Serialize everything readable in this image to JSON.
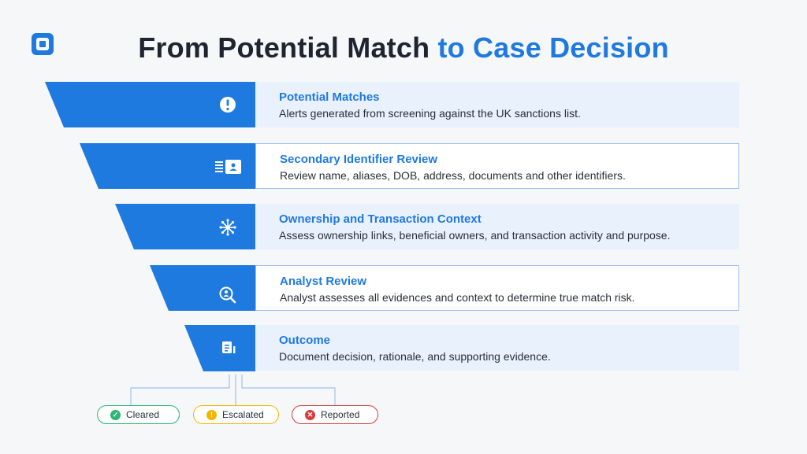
{
  "header": {
    "title_part1": "From Potential Match",
    "title_part2": "to Case Decision"
  },
  "stages": [
    {
      "label": "Potential Matches",
      "description": "Alerts generated from screening against the UK sanctions list.",
      "icon": "alert-icon"
    },
    {
      "label": "Secondary Identifier Review",
      "description": "Review name, aliases, DOB, address, documents and other identifiers.",
      "icon": "id-card-icon"
    },
    {
      "label": "Ownership and Transaction Context",
      "description": "Assess ownership links, beneficial owners, and transaction activity and purpose.",
      "icon": "network-icon"
    },
    {
      "label": "Analyst Review",
      "description": "Analyst assesses all evidences and context to determine true match risk.",
      "icon": "search-person-icon"
    },
    {
      "label": "Outcome",
      "description": "Document decision, rationale, and supporting evidence.",
      "icon": "document-icon"
    }
  ],
  "outcomes": [
    {
      "label": "Cleared",
      "color": "#2bb673",
      "icon": "check-icon"
    },
    {
      "label": "Escalated",
      "color": "#f5b400",
      "icon": "exclamation-icon"
    },
    {
      "label": "Reported",
      "color": "#d93b3b",
      "icon": "x-icon"
    }
  ],
  "colors": {
    "accent": "#1f7ae0",
    "card_fill": "#e9f1fc",
    "card_border": "#9cc3f0",
    "title": "#1f2430"
  }
}
